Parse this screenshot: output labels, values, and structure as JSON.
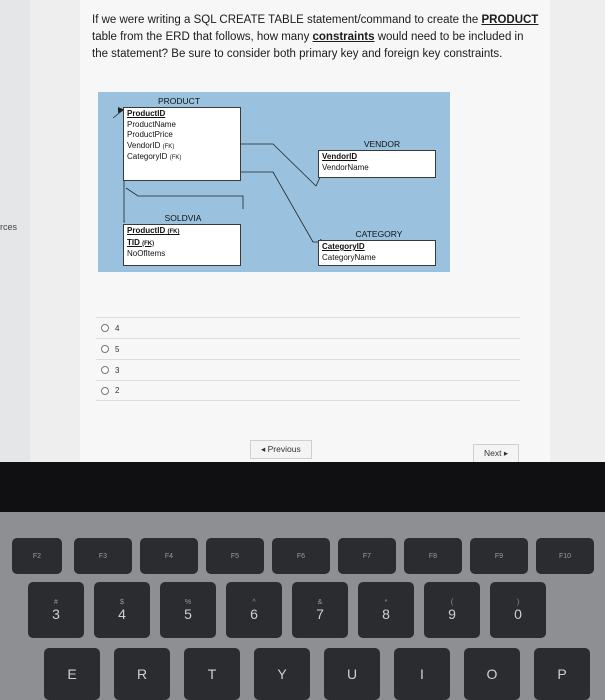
{
  "question": {
    "before": "If we were writing a SQL CREATE TABLE statement/command to create the ",
    "table": "PRODUCT",
    "middle": " table from the ERD that follows, how many ",
    "keyword": "constraints",
    "after": " would need to be included in the statement? Be sure to consider both primary key and foreign key constraints."
  },
  "side_text": "rces",
  "erd": {
    "product": {
      "title": "PRODUCT",
      "pk": "ProductID",
      "attrs": [
        "ProductName",
        "ProductPrice"
      ],
      "fks": [
        [
          "VendorID",
          "(FK)"
        ],
        [
          "CategoryID",
          "(FK)"
        ]
      ]
    },
    "vendor": {
      "title": "VENDOR",
      "pk": "VendorID",
      "attrs": [
        "VendorName"
      ]
    },
    "soldvia": {
      "title": "SOLDVIA",
      "pk_fk": [
        "ProductID",
        "(FK)"
      ],
      "tid": [
        "TID",
        "(FK)"
      ],
      "attrs": [
        "NoOfItems"
      ]
    },
    "category": {
      "title": "CATEGORY",
      "pk": "CategoryID",
      "attrs": [
        "CategoryName"
      ]
    }
  },
  "options": [
    "4",
    "5",
    "3",
    "2"
  ],
  "buttons": {
    "previous": "◂ Previous",
    "next": "Next ▸"
  },
  "keyboard": {
    "fn_row": [
      "F2",
      "F3",
      "F4",
      "F5",
      "F6",
      "F7",
      "F8",
      "F9",
      "F10"
    ],
    "num_row": [
      [
        "#",
        "3"
      ],
      [
        "$",
        "4"
      ],
      [
        "%",
        "5"
      ],
      [
        "^",
        "6"
      ],
      [
        "&",
        "7"
      ],
      [
        "*",
        "8"
      ],
      [
        "(",
        "9"
      ],
      [
        ")",
        "0"
      ]
    ],
    "letter_row": [
      "E",
      "R",
      "T",
      "Y",
      "U",
      "I",
      "O",
      "P"
    ]
  }
}
